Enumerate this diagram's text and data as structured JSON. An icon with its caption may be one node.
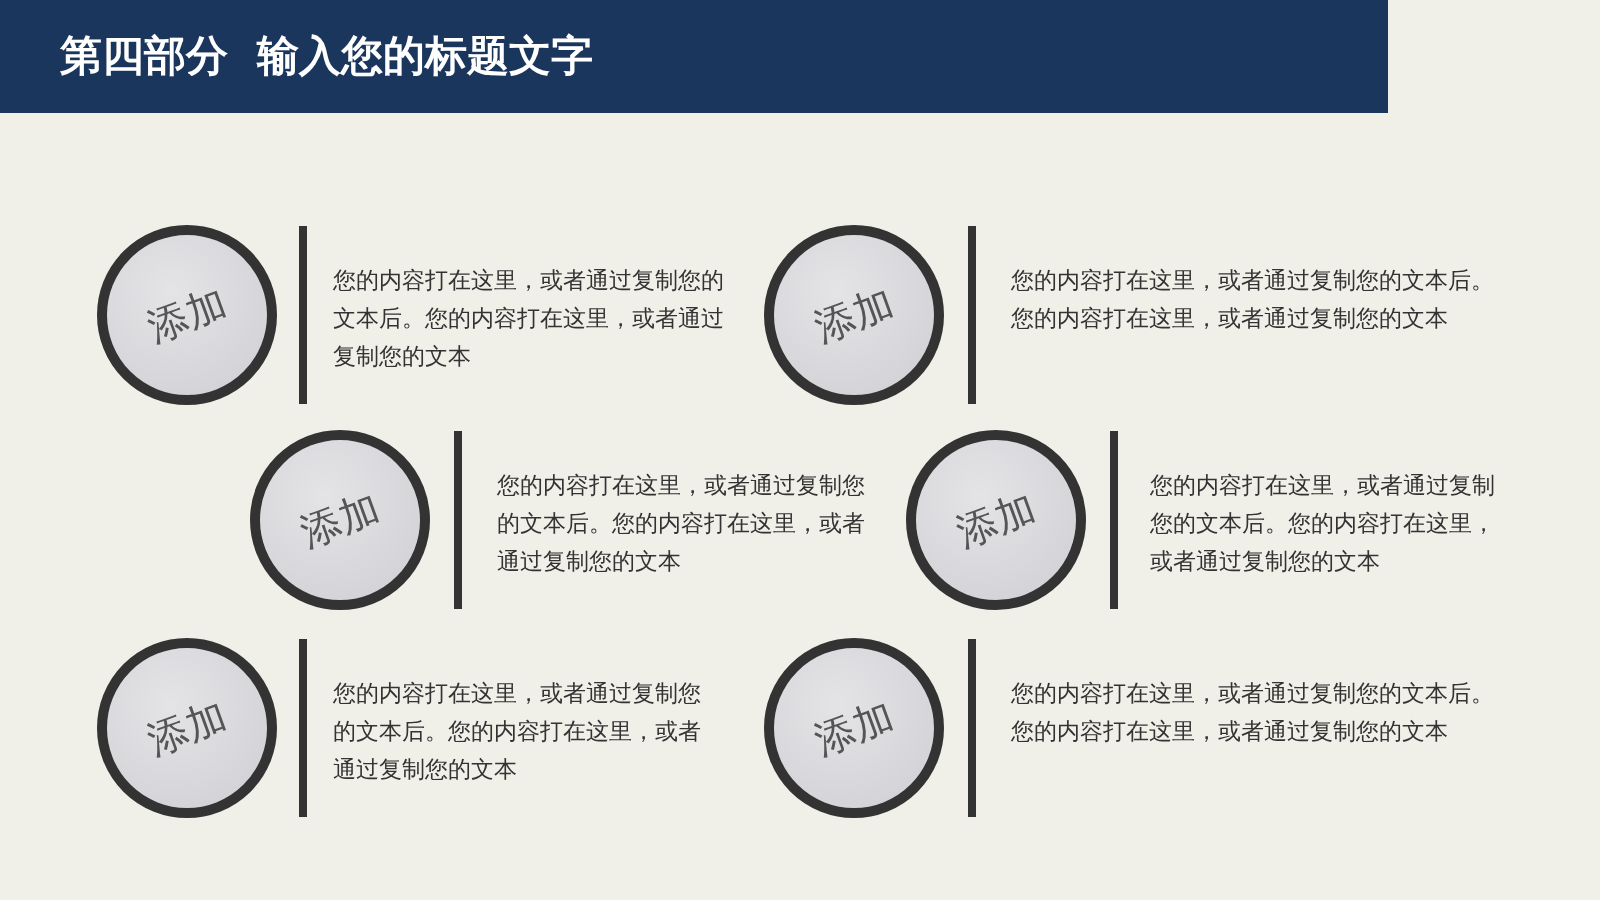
{
  "diagram": {
    "title": "第四部分  输入您的标题文字",
    "nodes": [
      {
        "text": [
          "添加"
        ],
        "beside": [
          "您的内容打在这里，或者通过复制您的文本后。您的内容打在这里，或者通过复制您的文本"
        ]
      },
      {
        "text": [
          "添加"
        ],
        "beside": [
          "您的内容打在这里，或者通过复制您的文本后。您的内容打在这里，或者通过复制您的文本"
        ]
      },
      {
        "text": [
          "添加"
        ],
        "beside": [
          "您的内容打在这里，或者通过复制您的文本后。您的内容打在这里，或者通过复制您的文本"
        ]
      },
      {
        "text": [
          "添加"
        ],
        "beside": [
          "您的内容打在这里，或者通过复制您的文本后。您的内容打在这里，或者通过复制您的文本"
        ]
      },
      {
        "text": [
          "添加"
        ],
        "beside": [
          "您的内容打在这里，或者通过复制您的文本后。您的内容打在这里，或者通过复制您的文本"
        ]
      },
      {
        "text": [
          "添加"
        ],
        "beside": [
          "您的内容打在这里，或者通过复制您的文本后。您的内容打在这里，或者通过复制您的文本"
        ]
      }
    ]
  }
}
